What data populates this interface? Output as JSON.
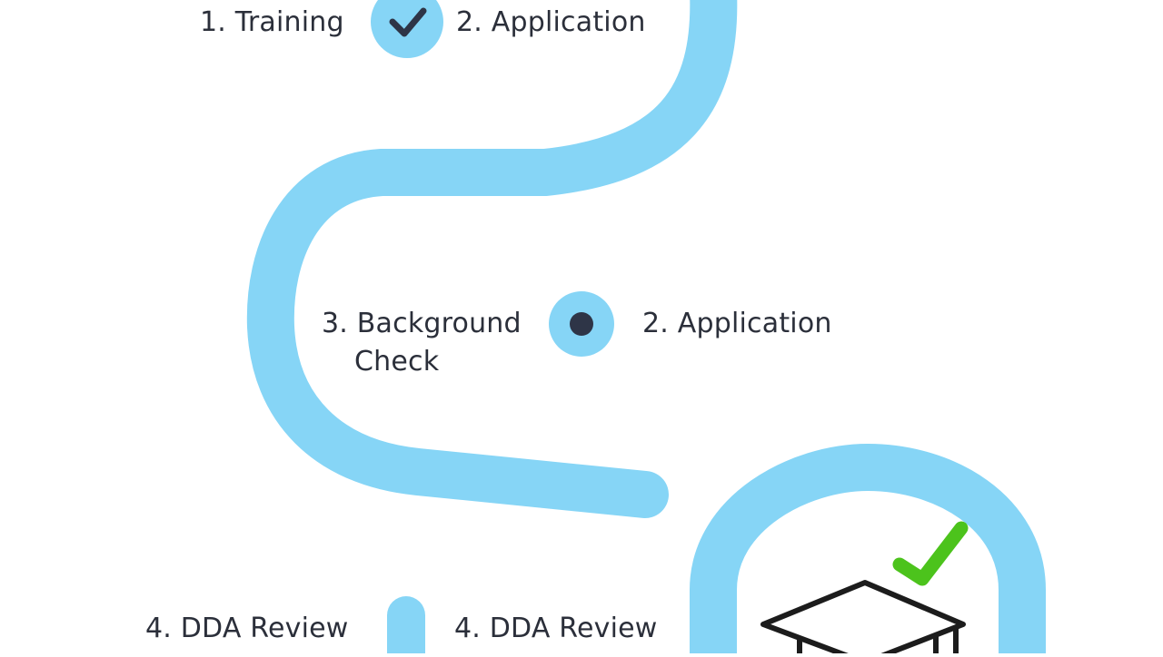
{
  "colors": {
    "path": "#86d5f6",
    "node_marker": "#2e3547",
    "check_green": "#4cc31c",
    "cap_stroke": "#1c1c1c",
    "text": "#2b2f3a"
  },
  "icons": {
    "step_one_marker": "checkmark-icon",
    "step_two_marker": "dot-icon",
    "completion": "graduation-cap-icon",
    "completion_badge": "green-check-icon"
  },
  "steps": {
    "top_left": "1. Training",
    "top_right": "2. Application",
    "middle_left_line1": "3. Background",
    "middle_left_line2": "Check",
    "middle_right": "2. Application",
    "bottom_left": "4. DDA Review",
    "bottom_right": "4. DDA Review"
  }
}
